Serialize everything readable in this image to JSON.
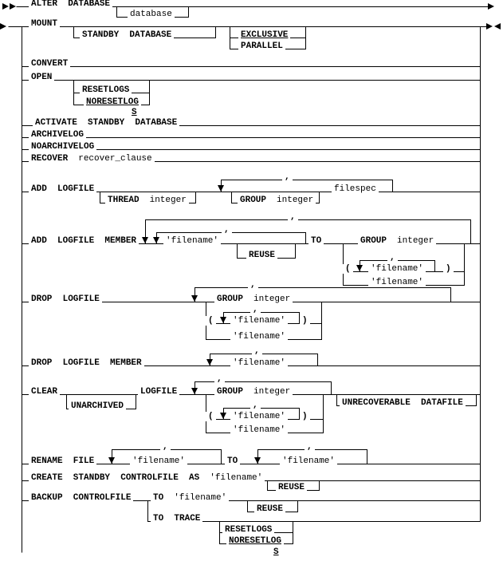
{
  "diagram_type": "railroad-syntax-diagram",
  "colors": {
    "line": "#000000",
    "text": "#000000",
    "background": "#ffffff"
  },
  "tokens": {
    "alter_database": "ALTER  DATABASE",
    "database": "database",
    "mount": "MOUNT",
    "standby_database": "STANDBY  DATABASE",
    "exclusive": "EXCLUSIVE",
    "parallel": "PARALLEL",
    "convert": "CONVERT",
    "open": "OPEN",
    "resetlogs": "RESETLOGS",
    "noresetlog": "NORESETLOG",
    "noresetlog_wrap": "S",
    "activate_standby_database": "ACTIVATE  STANDBY  DATABASE",
    "archivelog": "ARCHIVELOG",
    "noarchivelog": "NOARCHIVELOG",
    "recover": "RECOVER",
    "recover_clause": "recover_clause",
    "add_logfile": "ADD  LOGFILE",
    "thread": "THREAD",
    "integer": "integer",
    "comma": ",",
    "group": "GROUP",
    "filespec": "filespec",
    "add_logfile_member": "ADD  LOGFILE  MEMBER",
    "filename": "'filename'",
    "reuse": "REUSE",
    "to": "TO",
    "lparen": "(",
    "rparen": ")",
    "drop_logfile": "DROP  LOGFILE",
    "drop_logfile_member": "DROP  LOGFILE  MEMBER",
    "clear": "CLEAR",
    "unarchived": "UNARCHIVED",
    "logfile": "LOGFILE",
    "unrecoverable_datafile": "UNRECOVERABLE  DATAFILE",
    "rename_file": "RENAME  FILE",
    "create_standby_controlfile_as": "CREATE  STANDBY  CONTROLFILE  AS",
    "backup_controlfile": "BACKUP  CONTROLFILE",
    "to_trace": "TO  TRACE"
  }
}
